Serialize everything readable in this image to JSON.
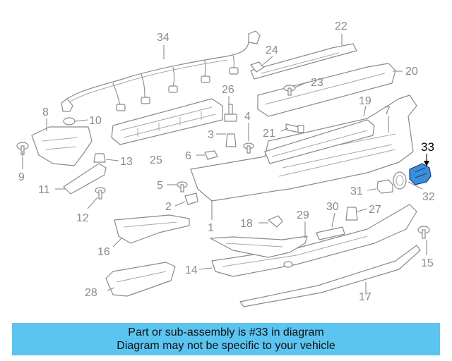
{
  "diagram": {
    "highlight_part": "33",
    "highlight_color": "#3a8fd8",
    "callouts": [
      {
        "id": "1",
        "label": "1"
      },
      {
        "id": "2",
        "label": "2"
      },
      {
        "id": "3",
        "label": "3"
      },
      {
        "id": "4",
        "label": "4"
      },
      {
        "id": "5",
        "label": "5"
      },
      {
        "id": "6",
        "label": "6"
      },
      {
        "id": "7",
        "label": "7"
      },
      {
        "id": "8",
        "label": "8"
      },
      {
        "id": "9",
        "label": "9"
      },
      {
        "id": "10",
        "label": "10"
      },
      {
        "id": "11",
        "label": "11"
      },
      {
        "id": "12",
        "label": "12"
      },
      {
        "id": "13",
        "label": "13"
      },
      {
        "id": "14",
        "label": "14"
      },
      {
        "id": "15",
        "label": "15"
      },
      {
        "id": "16",
        "label": "16"
      },
      {
        "id": "17",
        "label": "17"
      },
      {
        "id": "18",
        "label": "18"
      },
      {
        "id": "19",
        "label": "19"
      },
      {
        "id": "20",
        "label": "20"
      },
      {
        "id": "21",
        "label": "21"
      },
      {
        "id": "22",
        "label": "22"
      },
      {
        "id": "23",
        "label": "23"
      },
      {
        "id": "24",
        "label": "24"
      },
      {
        "id": "25",
        "label": "25"
      },
      {
        "id": "26",
        "label": "26"
      },
      {
        "id": "27",
        "label": "27"
      },
      {
        "id": "28",
        "label": "28"
      },
      {
        "id": "29",
        "label": "29"
      },
      {
        "id": "30",
        "label": "30"
      },
      {
        "id": "31",
        "label": "31"
      },
      {
        "id": "32",
        "label": "32"
      },
      {
        "id": "33",
        "label": "33"
      },
      {
        "id": "34",
        "label": "34"
      }
    ]
  },
  "banner": {
    "line1": "Part or sub-assembly is #33 in diagram",
    "line2": "Diagram may not be specific to your vehicle",
    "background": "#5bc4f0"
  }
}
